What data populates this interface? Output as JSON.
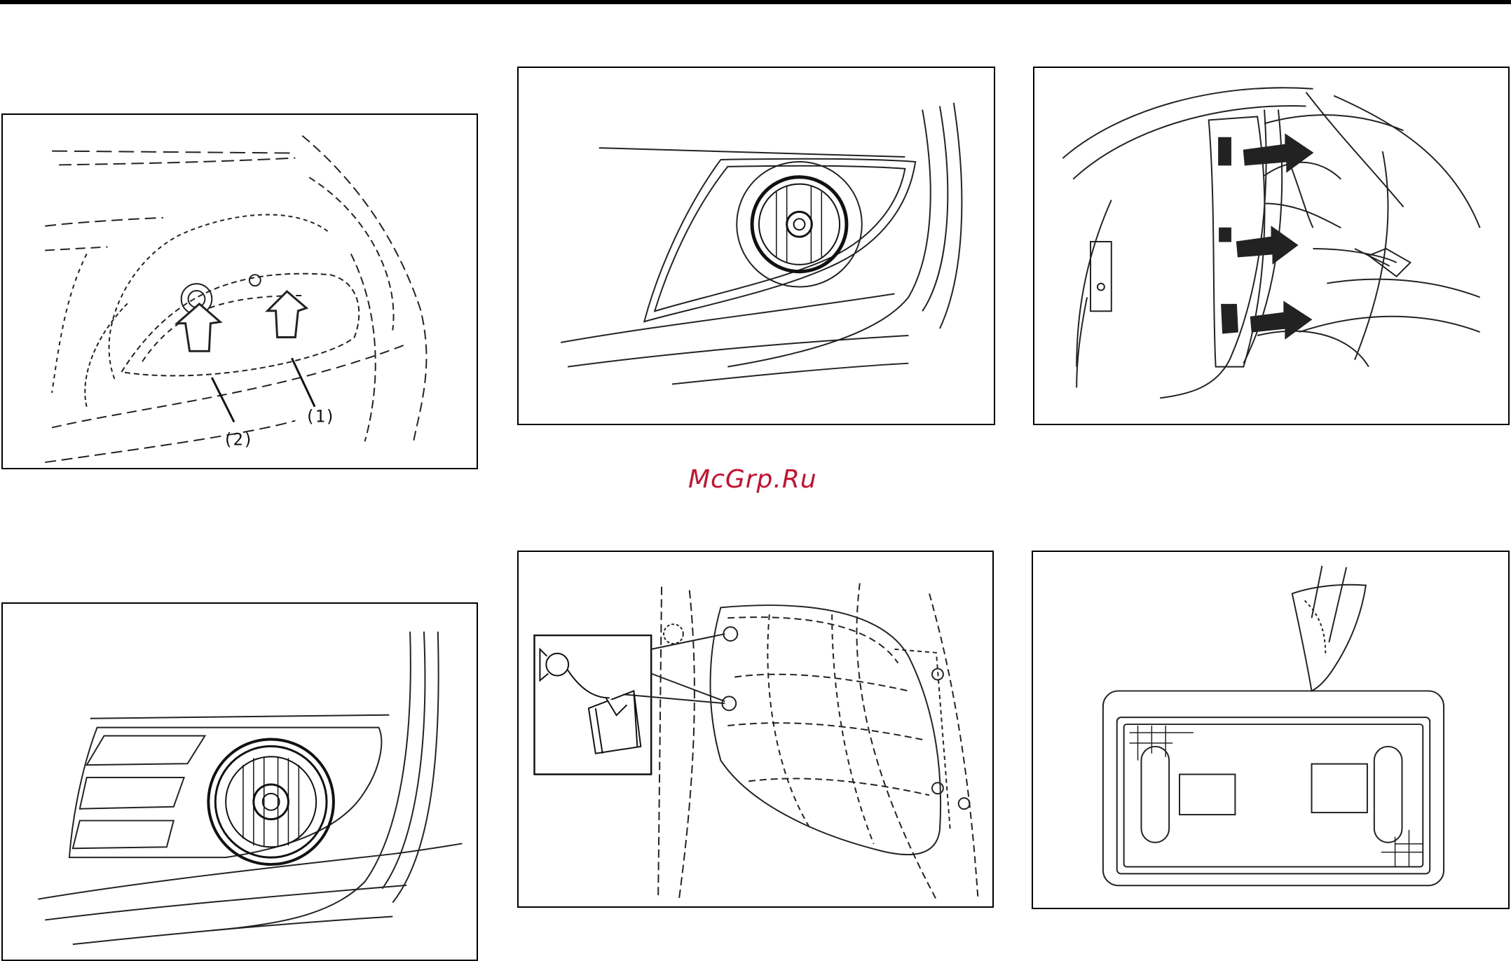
{
  "watermark": {
    "text": "McGrp.Ru",
    "color": "#c8102e"
  },
  "figures": [
    {
      "id": "headlight-bulb-removal",
      "callouts": [
        "(1)",
        "(2)"
      ]
    },
    {
      "id": "fog-lamp-front-view"
    },
    {
      "id": "fog-lamp-round"
    },
    {
      "id": "rear-combination-lamp-removal"
    },
    {
      "id": "connector-release-inset"
    },
    {
      "id": "license-plate-lamp"
    }
  ]
}
